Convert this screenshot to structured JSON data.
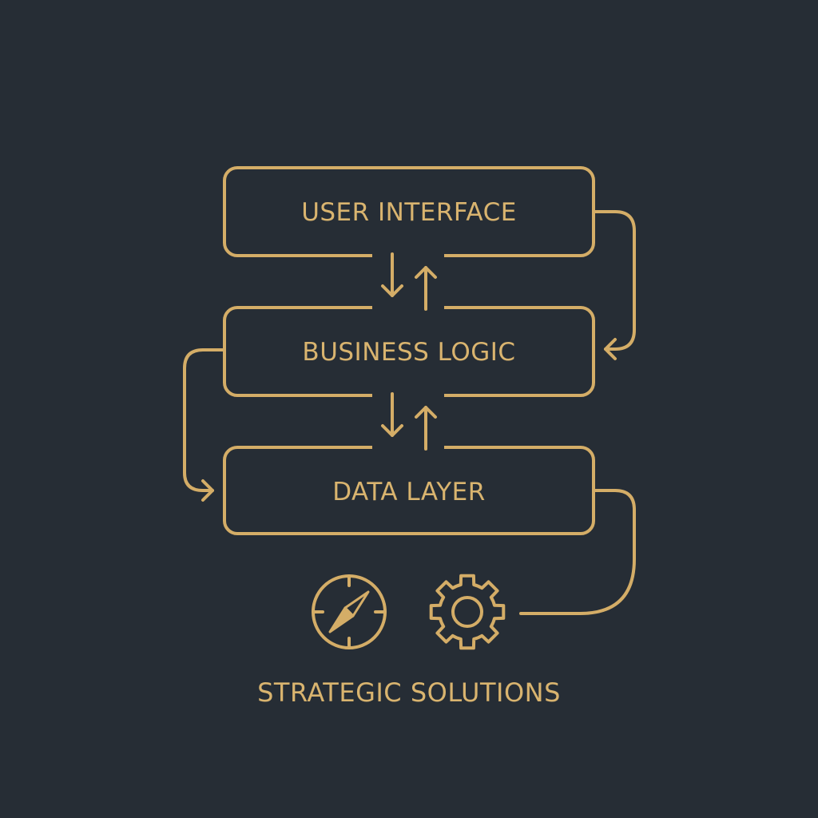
{
  "diagram": {
    "layers": [
      {
        "id": "ui",
        "label": "USER INTERFACE"
      },
      {
        "id": "logic",
        "label": "BUSINESS LOGIC"
      },
      {
        "id": "data",
        "label": "DATA LAYER"
      }
    ],
    "footer": {
      "label": "STRATEGIC SOLUTIONS",
      "icons": [
        "compass-icon",
        "gear-icon"
      ]
    },
    "connections": [
      {
        "from": "ui",
        "to": "logic",
        "direction": "down"
      },
      {
        "from": "logic",
        "to": "ui",
        "direction": "up"
      },
      {
        "from": "logic",
        "to": "data",
        "direction": "down"
      },
      {
        "from": "data",
        "to": "logic",
        "direction": "up"
      },
      {
        "from": "ui",
        "to": "logic",
        "route": "right-loop"
      },
      {
        "from": "logic",
        "to": "data",
        "route": "left-loop"
      },
      {
        "from": "data",
        "to": "gear-icon",
        "route": "right-loop"
      }
    ]
  },
  "colors": {
    "background": "#262d35",
    "stroke": "#d4ad67",
    "text": "#d9b46f"
  }
}
